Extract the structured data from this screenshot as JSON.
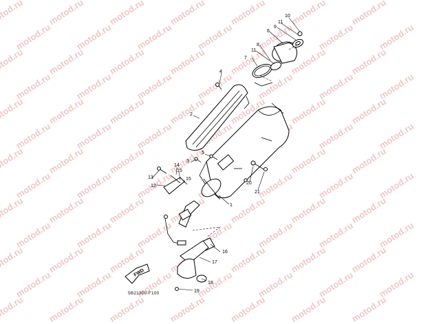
{
  "diagram": {
    "watermark_text": "motod.ru",
    "drawing_code": "5B21300-F100",
    "fwd_label": "FWD",
    "callouts": [
      "1",
      "2",
      "3",
      "4",
      "5",
      "6",
      "7",
      "8",
      "9",
      "10",
      "11",
      "11",
      "12",
      "13",
      "14",
      "15",
      "15",
      "16",
      "17",
      "18",
      "19",
      "20",
      "21"
    ]
  }
}
